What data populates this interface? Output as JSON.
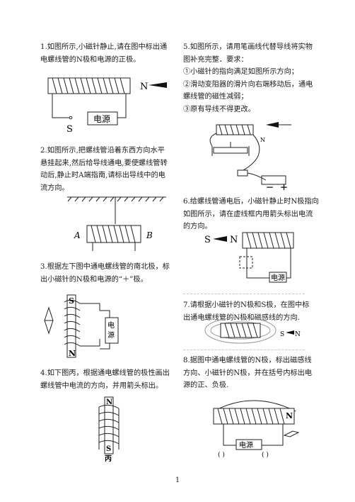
{
  "page_number": "1",
  "q1": {
    "lines": [
      "1.如图所示,小磁针静止,请在图中标出通",
      "电螺线管的N极和电源的正极。"
    ],
    "label_n": "N",
    "label_s": "S",
    "power_label": "电源"
  },
  "q2": {
    "lines": [
      "2.如图所示,把螺线管沿着东西方向水平",
      "悬挂起来,然后给导线通电,要使螺线管转",
      "动后,静止时A端指南,请标出导线中的电",
      "流方向。"
    ],
    "label_a": "A",
    "label_b": "B"
  },
  "q3": {
    "lines": [
      "3.根据左下图中通电螺线管的南北极，标",
      "出小磁针的N极和电源的“＋”极。"
    ],
    "label_s": "S",
    "label_n": "N",
    "power_label_1": "电",
    "power_label_2": "源"
  },
  "q4": {
    "lines": [
      "4.如下图丙，根据通电螺线管的极性画出",
      "螺线管中电流的方向，并用箭头标出。"
    ],
    "label_n": "N",
    "label_s": "S",
    "caption": "丙"
  },
  "q5": {
    "lines": [
      "5.如图所示，请用笔画线代替导线将实物",
      "图补充完整．要求：",
      "①小磁针的指向满足如图所示方向；",
      "②滑动变阻器的滑片向右端移动后，通电",
      "螺线管的磁性减弱；",
      "③原有导线不得更改。"
    ],
    "label_n": "N",
    "label_minus": "－",
    "label_plus": "＋"
  },
  "q6": {
    "lines": [
      "6.给螺线管通电后，小磁针静止时N极指向",
      "如图所示，请在虚线框内用箭头标出电流",
      "的方向。"
    ],
    "label_s": "S",
    "label_n": "N",
    "power_label": "电源"
  },
  "q7": {
    "lines": [
      "7.请根据小磁针的N极和S极，在图中标",
      "出通电螺线管的N极和磁感线的方向."
    ],
    "label_s": "S",
    "label_n": "N"
  },
  "q8": {
    "lines": [
      "8.据图中通电螺线管的N极，标出磁感线",
      "方向、小磁针的N极，并在括号内标出电",
      "源的正、负极."
    ],
    "label_n": "N",
    "power_label": "电源",
    "bracket_left": "(    )",
    "bracket_right": "(    )"
  }
}
